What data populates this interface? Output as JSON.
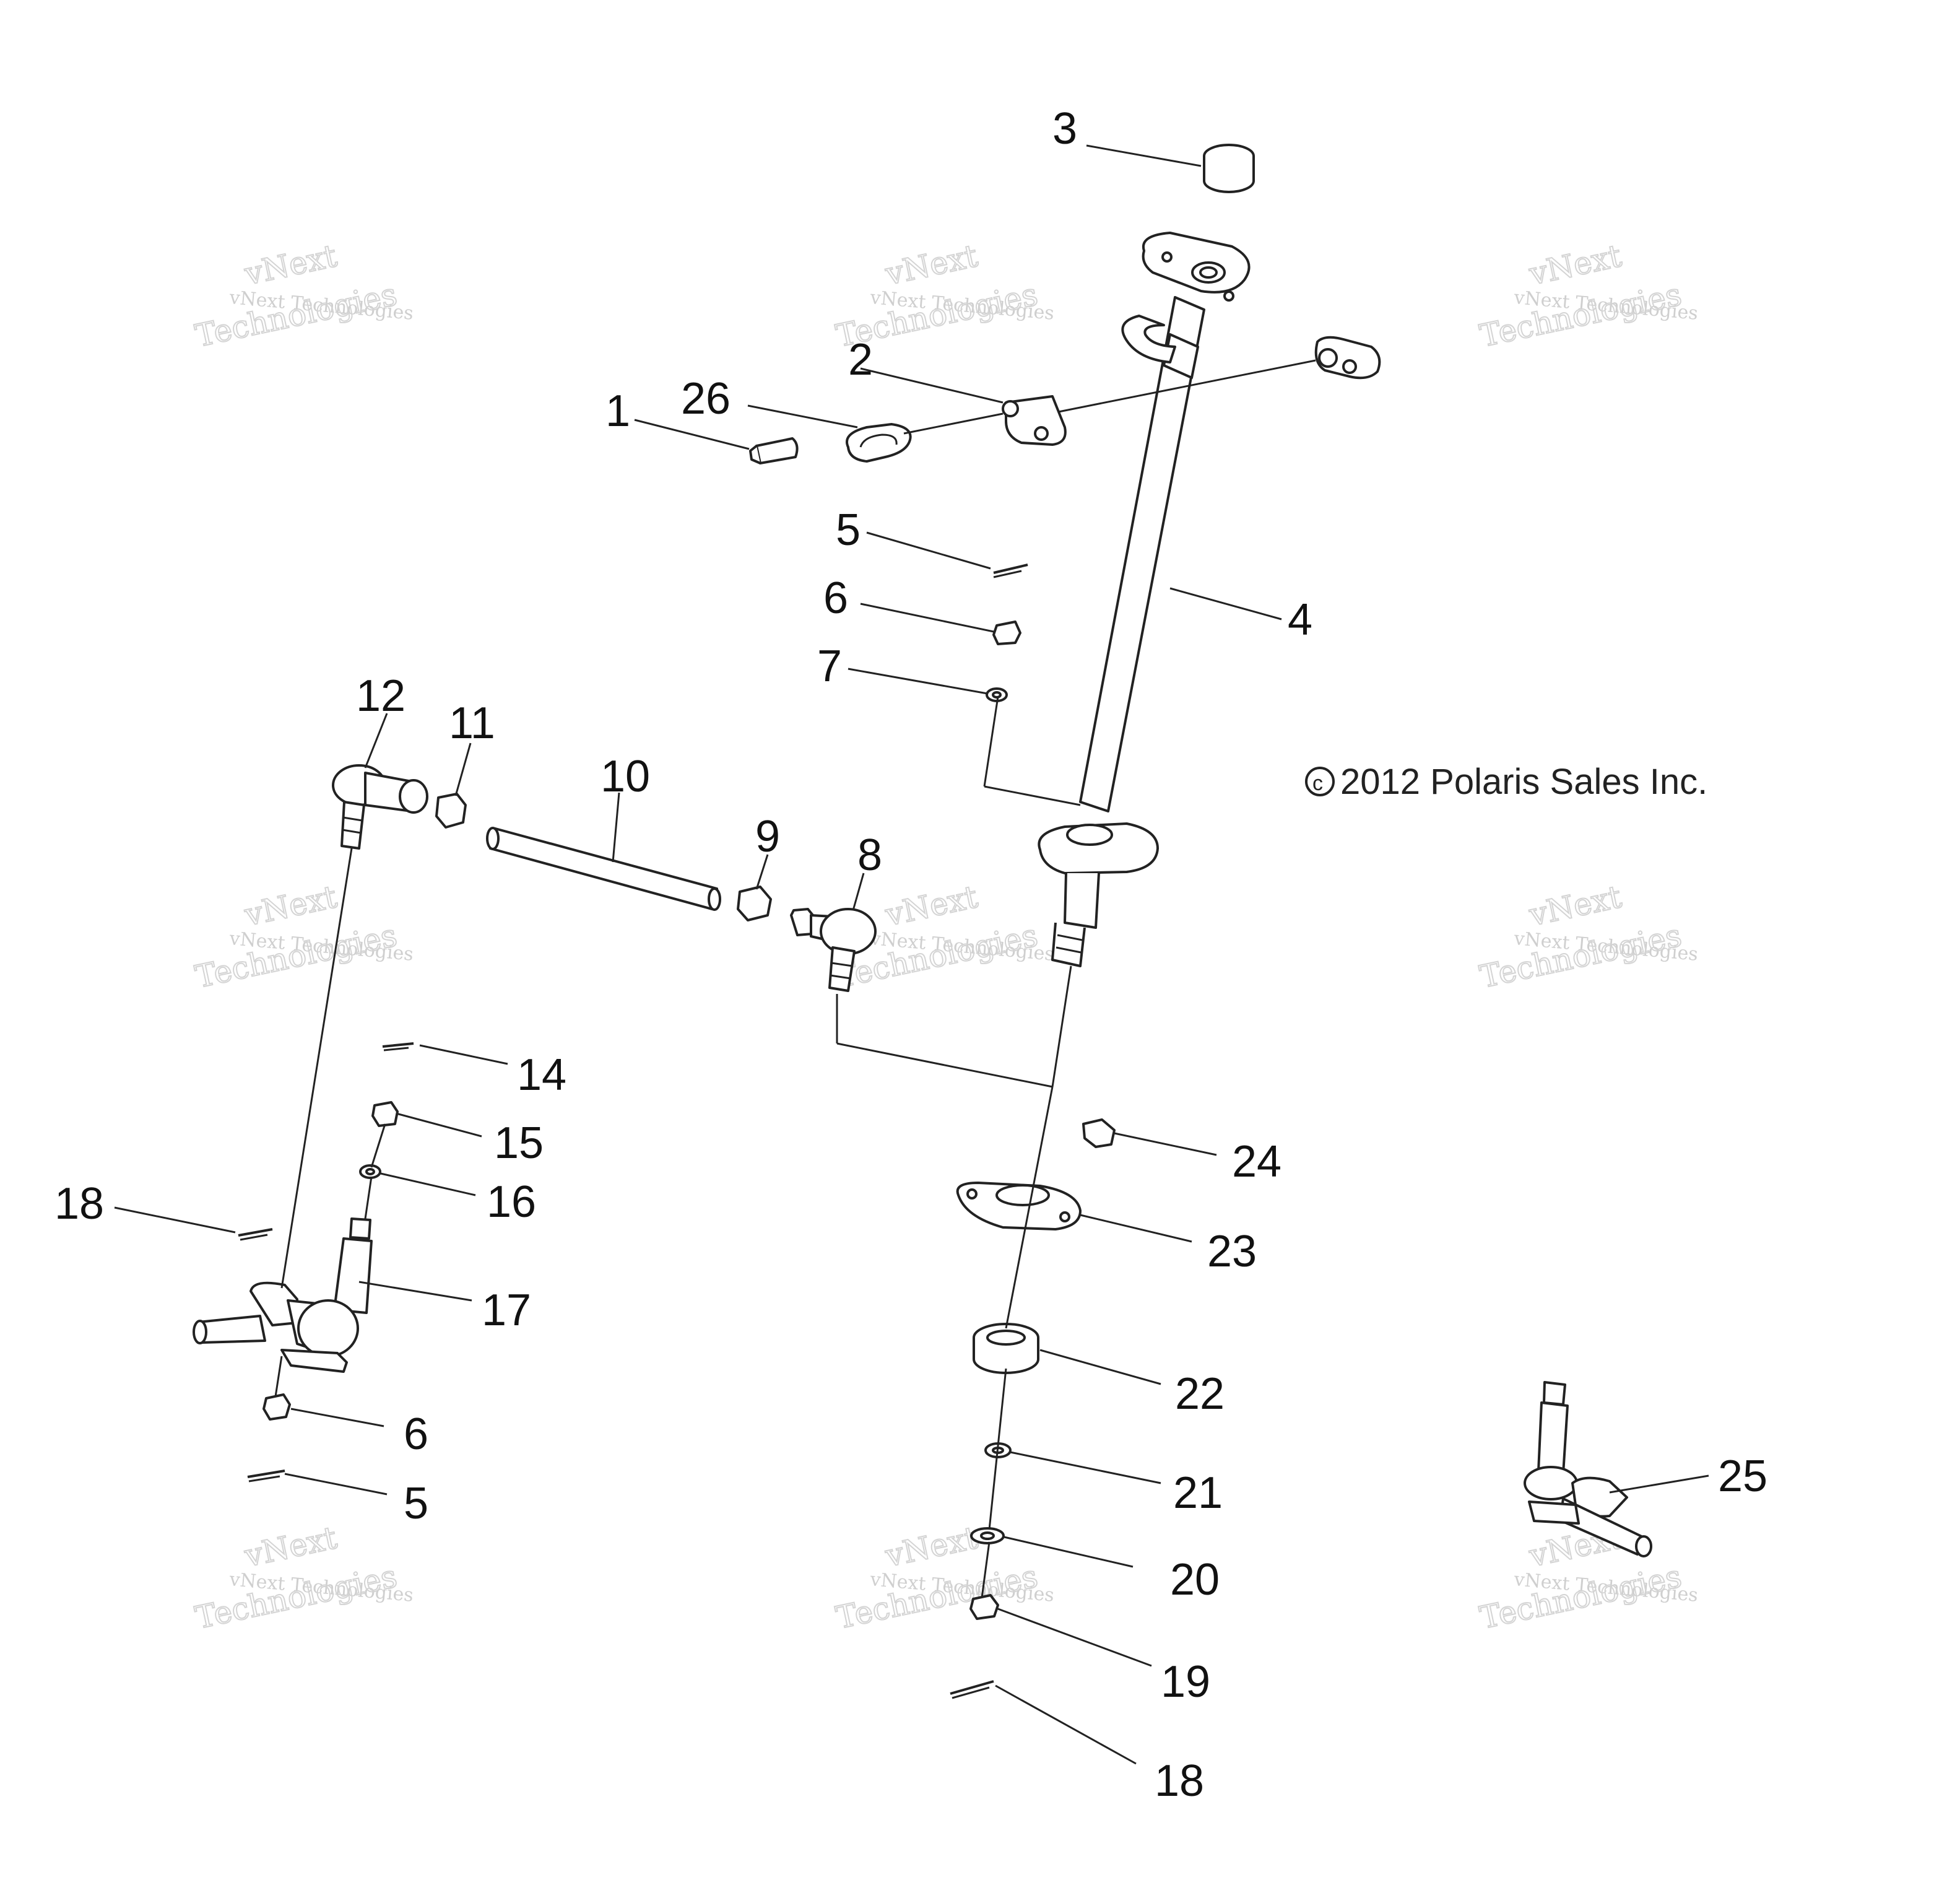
{
  "copyright": {
    "symbol": "c",
    "text": "2012 Polaris Sales Inc."
  },
  "watermark": {
    "line1": "vNext",
    "line2": "vNext Technologies",
    "line3": "Technologies"
  },
  "callouts": [
    {
      "id": "1",
      "label": "1"
    },
    {
      "id": "2",
      "label": "2"
    },
    {
      "id": "3",
      "label": "3"
    },
    {
      "id": "4",
      "label": "4"
    },
    {
      "id": "5a",
      "label": "5"
    },
    {
      "id": "5b",
      "label": "5"
    },
    {
      "id": "6a",
      "label": "6"
    },
    {
      "id": "6b",
      "label": "6"
    },
    {
      "id": "7",
      "label": "7"
    },
    {
      "id": "8",
      "label": "8"
    },
    {
      "id": "9",
      "label": "9"
    },
    {
      "id": "10",
      "label": "10"
    },
    {
      "id": "11",
      "label": "11"
    },
    {
      "id": "12",
      "label": "12"
    },
    {
      "id": "14",
      "label": "14"
    },
    {
      "id": "15",
      "label": "15"
    },
    {
      "id": "16",
      "label": "16"
    },
    {
      "id": "17",
      "label": "17"
    },
    {
      "id": "18a",
      "label": "18"
    },
    {
      "id": "18b",
      "label": "18"
    },
    {
      "id": "19",
      "label": "19"
    },
    {
      "id": "20",
      "label": "20"
    },
    {
      "id": "21",
      "label": "21"
    },
    {
      "id": "22",
      "label": "22"
    },
    {
      "id": "23",
      "label": "23"
    },
    {
      "id": "24",
      "label": "24"
    },
    {
      "id": "25",
      "label": "25"
    },
    {
      "id": "26",
      "label": "26"
    }
  ]
}
